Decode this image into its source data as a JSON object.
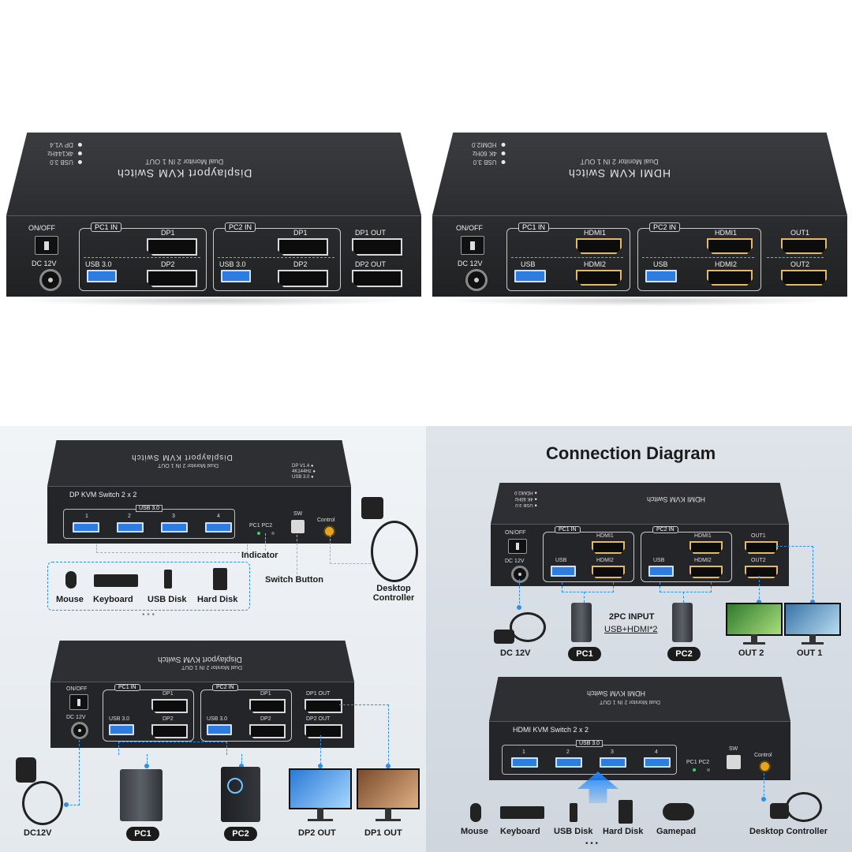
{
  "dp_device": {
    "title": "Displayport KVM Switch",
    "subtitle": "Dual Monitor 2 IN 1 OUT",
    "leds": [
      "USB 3.0",
      "4K144Hz",
      "DP V1.4"
    ],
    "power_label": "ON/OFF",
    "dc_label": "DC 12V",
    "pc1_group": "PC1 IN",
    "pc2_group": "PC2 IN",
    "usb_label": "USB 3.0",
    "dp1_label": "DP1",
    "dp2_label": "DP2",
    "out1_label": "DP1 OUT",
    "out2_label": "DP2 OUT"
  },
  "hdmi_device": {
    "title": "HDMI KVM Switch",
    "subtitle": "Dual Monitor 2 IN 1 OUT",
    "leds": [
      "USB 3.0",
      "4K 60Hz",
      "HDMI2.0"
    ],
    "power_label": "ON/OFF",
    "dc_label": "DC 12V",
    "pc1_group": "PC1 IN",
    "pc2_group": "PC2 IN",
    "usb_label": "USB",
    "hdmi1_label": "HDMI1",
    "hdmi2_label": "HDMI2",
    "out1_label": "OUT1",
    "out2_label": "OUT2"
  },
  "dp_diagram": {
    "front_title": "DP KVM Switch 2 x 2",
    "usb_group": "USB 3.0",
    "usb_ports": [
      "1",
      "2",
      "3",
      "4"
    ],
    "indicators": "PC1 PC2",
    "sw_label": "SW",
    "control_label": "Control",
    "callout_indicator": "Indicator",
    "callout_switch": "Switch Button",
    "callout_controller": "Desktop Controller",
    "peripherals": [
      "Mouse",
      "Keyboard",
      "USB Disk",
      "Hard Disk"
    ],
    "more": "• • •",
    "rear_usb": "USB 3.0",
    "dc_caption": "DC12V",
    "pc1": "PC1",
    "pc2": "PC2",
    "dp2_out": "DP2 OUT",
    "dp1_out": "DP1 OUT"
  },
  "hdmi_diagram": {
    "heading": "Connection Diagram",
    "input_caption": "2PC INPUT",
    "input_detail": "USB+HDMI*2",
    "dc_caption": "DC 12V",
    "pc1": "PC1",
    "pc2": "PC2",
    "out2": "OUT 2",
    "out1": "OUT 1",
    "front_title": "HDMI KVM Switch 2 x 2",
    "usb_group": "USB 3.0",
    "usb_ports": [
      "1",
      "2",
      "3",
      "4"
    ],
    "indicators": "PC1 PC2",
    "sw_label": "SW",
    "control_label": "Control",
    "peripherals": [
      "Mouse",
      "Keyboard",
      "USB Disk",
      "Hard Disk",
      "Gamepad"
    ],
    "more": "• • •",
    "controller": "Desktop Controller"
  },
  "colors": {
    "accent_blue": "#2e8fe6",
    "device_body": "#2b2d30",
    "hdmi_gold": "#e3b866",
    "usb_blue": "#2d7de0"
  }
}
